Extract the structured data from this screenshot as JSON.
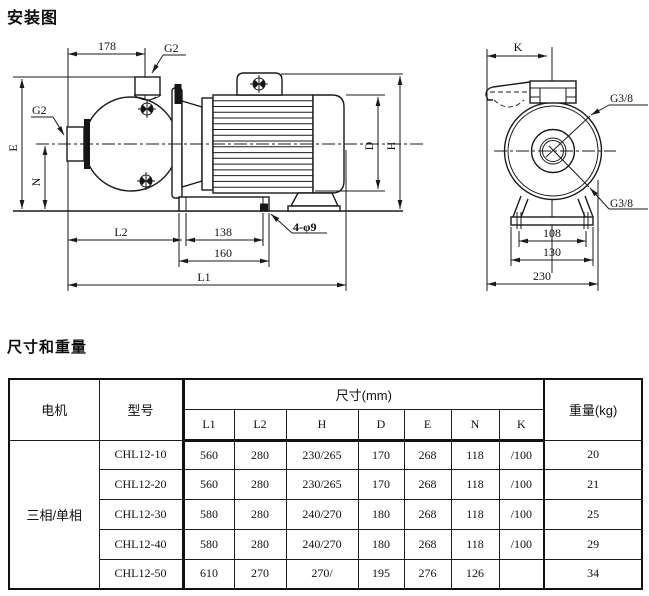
{
  "page": {
    "title_installation": "安装图",
    "title_dimensions": "尺寸和重量"
  },
  "drawing": {
    "labels": {
      "dim_178": "178",
      "g2_top": "G2",
      "g2_left": "G2",
      "dim_e": "E",
      "dim_n": "N",
      "dim_l2": "L2",
      "dim_138": "138",
      "dim_160": "160",
      "dim_l1": "L1",
      "bolt_note": "4-φ9",
      "dim_d": "D",
      "dim_h": "H",
      "dim_k": "K",
      "g38_top": "G3/8",
      "g38_bottom": "G3/8",
      "dim_108": "108",
      "dim_130": "130",
      "dim_230": "230"
    }
  },
  "table": {
    "col_motor": "电机",
    "col_model": "型号",
    "col_dims": "尺寸(mm)",
    "col_weight": "重量(kg)",
    "dim_headers": [
      "L1",
      "L2",
      "H",
      "D",
      "E",
      "N",
      "K"
    ],
    "motor_group": "三相/单相",
    "rows": [
      {
        "model": "CHL12-10",
        "L1": "560",
        "L2": "280",
        "H": "230/265",
        "D": "170",
        "E": "268",
        "N": "118",
        "K": "/100",
        "weight": "20"
      },
      {
        "model": "CHL12-20",
        "L1": "560",
        "L2": "280",
        "H": "230/265",
        "D": "170",
        "E": "268",
        "N": "118",
        "K": "/100",
        "weight": "21"
      },
      {
        "model": "CHL12-30",
        "L1": "580",
        "L2": "280",
        "H": "240/270",
        "D": "180",
        "E": "268",
        "N": "118",
        "K": "/100",
        "weight": "25"
      },
      {
        "model": "CHL12-40",
        "L1": "580",
        "L2": "280",
        "H": "240/270",
        "D": "180",
        "E": "268",
        "N": "118",
        "K": "/100",
        "weight": "29"
      },
      {
        "model": "CHL12-50",
        "L1": "610",
        "L2": "270",
        "H": "270/",
        "D": "195",
        "E": "276",
        "N": "126",
        "K": "",
        "weight": "34"
      }
    ]
  }
}
